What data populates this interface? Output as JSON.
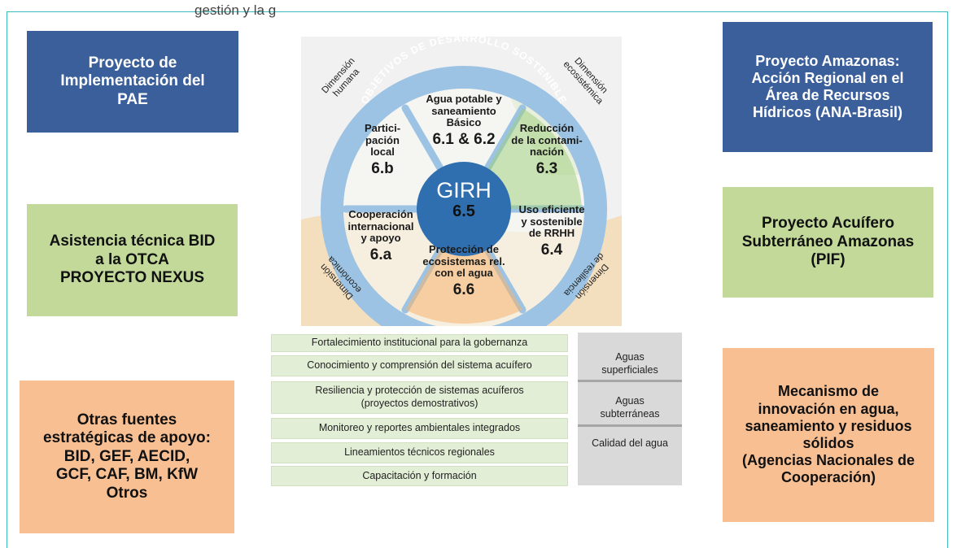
{
  "header_text": "gestión y la                    g",
  "left_boxes": [
    {
      "text": "Proyecto de\nImplementación del\nPAE"
    },
    {
      "text": "Asistencia técnica BID\na la OTCA\nPROYECTO NEXUS"
    },
    {
      "text": "Otras fuentes\nestratégicas de apoyo:\nBID, GEF, AECID,\nGCF, CAF, BM, KfW\nOtros"
    }
  ],
  "right_boxes": [
    {
      "text": "Proyecto Amazonas:\nAcción Regional en el\nÁrea de Recursos\nHídricos (ANA-Brasil)"
    },
    {
      "text": "Proyecto  Acuífero\nSubterráneo Amazonas\n(PIF)"
    },
    {
      "text": "Mecanismo de\ninnovación en agua,\nsaneamiento y residuos\nsólidos\n(Agencias Nacionales de\nCooperación)"
    }
  ],
  "wheel": {
    "ring_title": "OBJETIVOS DE DESARROLLO SOSTENIBLE",
    "center_label": "GIRH",
    "center_code": "6.5",
    "dimensions": {
      "humana": "Dimensión\nhumana",
      "ecosistemica": "Dimensión\necosistémica",
      "economica": "Dimensión\neconómica",
      "resiliencia": "Dimensión\nde resiliencia"
    },
    "segments": [
      {
        "text": "Agua potable y\nsaneamiento\nBásico",
        "code": "6.1 & 6.2"
      },
      {
        "text": "Reducción\nde la contami-\nnación",
        "code": "6.3"
      },
      {
        "text": "Uso eficiente\ny sostenible\nde RRHH",
        "code": "6.4"
      },
      {
        "text": "Protección de\necosistemas rel.\ncon el agua",
        "code": "6.6"
      },
      {
        "text": "Cooperación\ninternacional\ny apoyo",
        "code": "6.a"
      },
      {
        "text": "Partici-\npación\nlocal",
        "code": "6.b"
      }
    ]
  },
  "components": [
    "Fortalecimiento institucional para la gobernanza",
    "Conocimiento y comprensión del sistema acuífero",
    "Resiliencia y protección de sistemas acuíferos\n(proyectos demostrativos)",
    "Monitoreo y reportes ambientales integrados",
    "Lineamientos técnicos regionales",
    "Capacitación y formación"
  ],
  "water_types": [
    "Aguas\nsuperficiales",
    "Aguas\nsubterráneas",
    "Calidad del agua"
  ],
  "colors": {
    "frame": "#3dbbbd",
    "blue_box": "#3b5f9a",
    "green_box": "#c2d99a",
    "orange_box": "#f8bf93",
    "wheel_ring": "#9cc3e3",
    "wheel_center": "#2f6fb0",
    "component_row": "#e3eed6",
    "water_column": "#d9d9d9"
  }
}
